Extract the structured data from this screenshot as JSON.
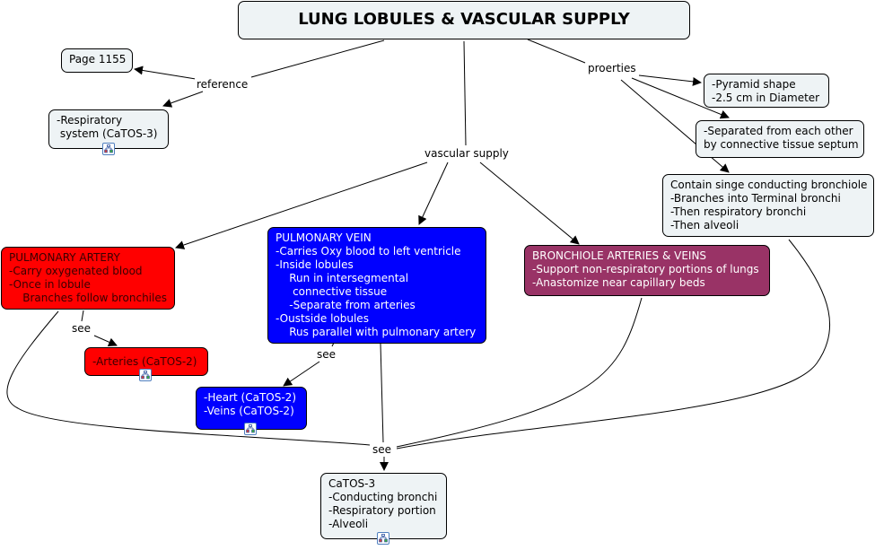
{
  "title": "LUNG LOBULES & VASCULAR SUPPLY",
  "colors": {
    "light_node": "#eef3f5",
    "pulmonary_artery": "#ff0000",
    "pulmonary_vein": "#0000ff",
    "bronchiole": "#993366",
    "line": "#000000"
  },
  "links": {
    "reference": "reference",
    "properties": "proerties",
    "vascular_supply": "vascular supply",
    "see_artery": "see",
    "see_vein": "see",
    "see_bottom": "see"
  },
  "nodes": {
    "page_ref": "Page 1155",
    "respiratory_system": "-Respiratory\n system (CaTOS-3)",
    "pyramid": "-Pyramid shape\n-2.5 cm in Diameter",
    "separated": "-Separated from each other\nby connective tissue septum",
    "bronchiole_contain": "Contain singe conducting bronchiole\n-Branches into Terminal bronchi\n-Then respiratory bronchi\n-Then alveoli",
    "pulmonary_artery": "PULMONARY ARTERY\n-Carry oxygenated blood\n-Once in lobule\n    Branches follow bronchiles",
    "pulmonary_vein": "PULMONARY VEIN\n-Carries Oxy blood to left ventricle\n-Inside lobules\n    Run in intersegmental\n     connective tissue\n    -Separate from arteries\n-Oustside lobules\n    Rus parallel with pulmonary artery",
    "bronchiole_arteries": "BRONCHIOLE ARTERIES & VEINS\n-Support non-respiratory portions of lungs\n-Anastomize near capillary beds",
    "arteries_catos": "-Arteries (CaTOS-2)",
    "heart_veins": "-Heart (CaTOS-2)\n-Veins (CaTOS-2)",
    "catos3": "CaTOS-3\n-Conducting bronchi\n-Respiratory portion\n-Alveoli"
  },
  "icons": {
    "resource": "concept-map-resource-icon"
  }
}
